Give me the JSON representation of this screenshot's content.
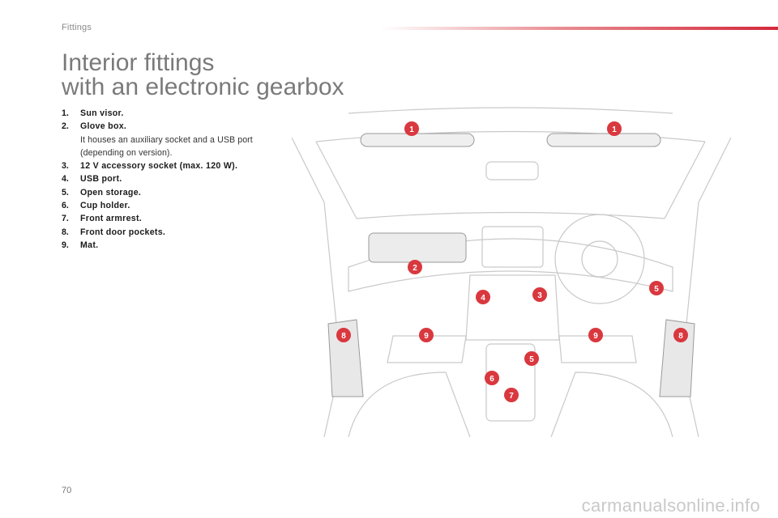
{
  "header": {
    "section": "Fittings"
  },
  "title": {
    "line1": "Interior fittings",
    "line2": "with an electronic gearbox"
  },
  "items": [
    {
      "num": "1.",
      "label": "Sun visor."
    },
    {
      "num": "2.",
      "label": "Glove box.",
      "note": "It houses an auxiliary socket and a USB port (depending on version)."
    },
    {
      "num": "3.",
      "label": "12 V accessory socket (max. 120 W)."
    },
    {
      "num": "4.",
      "label": "USB port."
    },
    {
      "num": "5.",
      "label": "Open storage."
    },
    {
      "num": "6.",
      "label": "Cup holder."
    },
    {
      "num": "7.",
      "label": "Front armrest."
    },
    {
      "num": "8.",
      "label": "Front door pockets."
    },
    {
      "num": "9.",
      "label": "Mat."
    }
  ],
  "callouts": [
    "1",
    "1",
    "2",
    "3",
    "4",
    "5",
    "5",
    "6",
    "7",
    "8",
    "8",
    "9",
    "9"
  ],
  "colors": {
    "accent": "#d4283a",
    "callout": "#d9383f",
    "title": "#7a7a7a"
  },
  "footer": {
    "page_number": "70",
    "watermark": "carmanualsonline.info"
  }
}
